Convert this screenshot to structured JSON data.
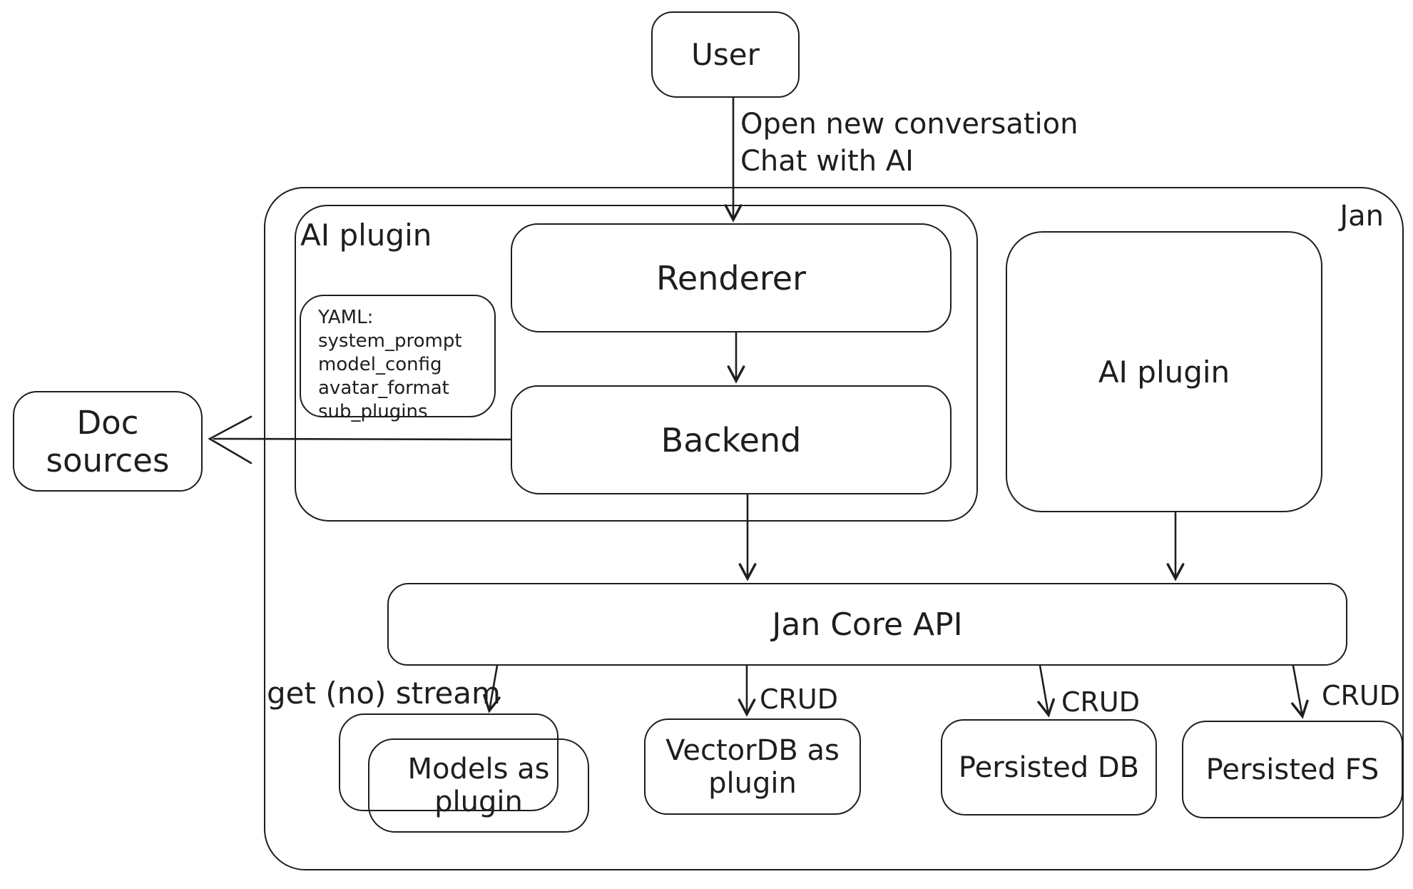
{
  "nodes": {
    "user": {
      "label": "User"
    },
    "jan": {
      "label": "Jan"
    },
    "ai_plugin_left": {
      "label": "AI plugin"
    },
    "yaml_note": {
      "lines": [
        "YAML:",
        "system_prompt",
        "model_config",
        "avatar_format",
        "sub_plugins"
      ]
    },
    "renderer": {
      "label": "Renderer"
    },
    "backend": {
      "label": "Backend"
    },
    "ai_plugin_right": {
      "label": "AI plugin"
    },
    "doc_sources": {
      "label": "Doc sources"
    },
    "jan_core_api": {
      "label": "Jan Core API"
    },
    "models_plugin": {
      "label": "Models as plugin"
    },
    "vectordb_plugin": {
      "label": "VectorDB as plugin"
    },
    "persisted_db": {
      "label": "Persisted DB"
    },
    "persisted_fs": {
      "label": "Persisted FS"
    }
  },
  "edges": {
    "user_to_renderer": {
      "line1": "Open new conversation",
      "line2": "Chat with AI"
    },
    "core_to_models": {
      "label": "get (no) stream"
    },
    "core_to_vectordb": {
      "label": "CRUD"
    },
    "core_to_persisted_db": {
      "label": "CRUD"
    },
    "core_to_persisted_fs": {
      "label": "CRUD"
    }
  },
  "colors": {
    "stroke": "#1e1e1e",
    "background": "#ffffff"
  }
}
